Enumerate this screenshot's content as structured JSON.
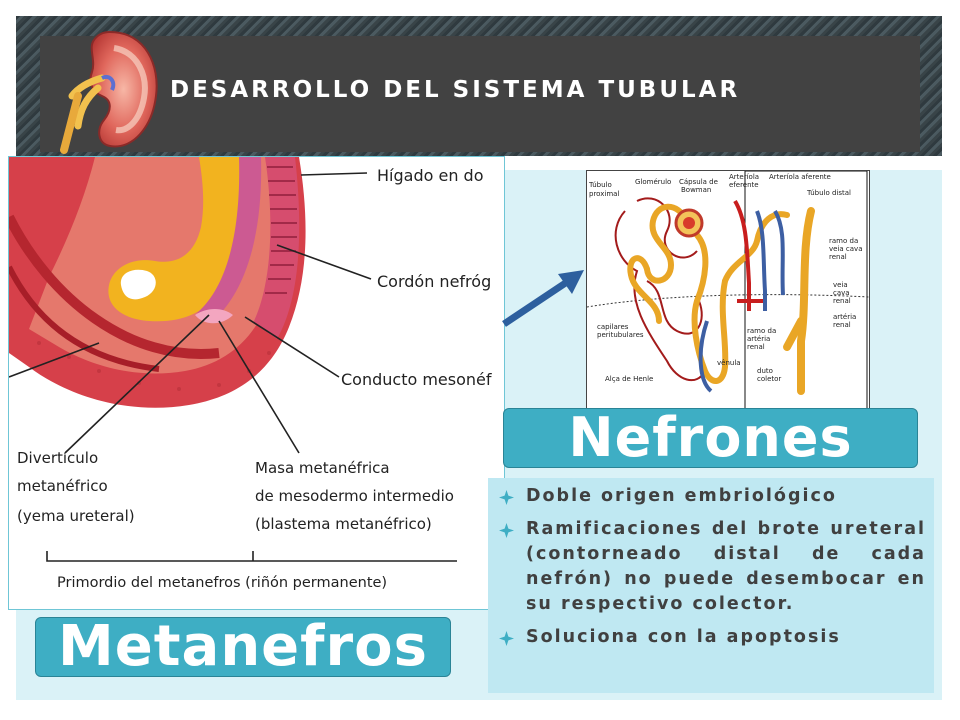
{
  "header": {
    "title": "DESARROLLO DEL SISTEMA TUBULAR",
    "logo_icon": "kidney-icon",
    "colors": {
      "bar": "#424242",
      "title": "#ffffff"
    }
  },
  "metanefros_figure": {
    "labels": {
      "higado": "Hígado en do",
      "cordon": "Cordón nefróg",
      "conducto": "Conducto mesonéf",
      "diverticulo_1": "Divertículo",
      "diverticulo_2": "metanéfrico",
      "diverticulo_3": "(yema ureteral)",
      "masa_1": "Masa metanéfrica",
      "masa_2": "de mesodermo intermedio",
      "masa_3": "(blastema metanéfrico)",
      "primordio": "Primordio del metanefros (riñón permanente)"
    }
  },
  "nephron_figure": {
    "labels": {
      "tubulo_proximal_1": "Túbulo",
      "tubulo_proximal_2": "proximal",
      "glomerulo": "Glomérulo",
      "capsula_1": "Cápsula de",
      "capsula_2": "Bowman",
      "arteriola_eferente_1": "Arteríola",
      "arteriola_eferente_2": "eferente",
      "arteriola_aferente": "Arteríola aferente",
      "tubulo_distal": "Túbulo distal",
      "ramo_veia_1": "ramo da",
      "ramo_veia_2": "veia cava",
      "ramo_veia_3": "renal",
      "veia_cava_1": "veia",
      "veia_cava_2": "cava",
      "veia_cava_3": "renal",
      "arteria_renal_1": "artéria",
      "arteria_renal_2": "renal",
      "capilares_1": "capilares",
      "capilares_2": "peritubulares",
      "ramo_arteria_1": "ramo da",
      "ramo_arteria_2": "artéria",
      "ramo_arteria_3": "renal",
      "venula": "vênula",
      "alca": "Alça de Henle",
      "duto_1": "duto",
      "duto_2": "coletor"
    }
  },
  "labels": {
    "nefrones": "Nefrones",
    "metanefros": "Metanefros"
  },
  "bullets": [
    {
      "text": "Doble origen embriológico"
    },
    {
      "text": "Ramificaciones del brote ureteral (contorneado distal de cada nefrón) no puede desembocar en su respectivo colector."
    },
    {
      "text": "Soluciona con la apoptosis"
    }
  ],
  "colors": {
    "accent": "#3eaec4",
    "panel": "#daf2f7",
    "bullet_box": "#bfe8f2",
    "text": "#404040"
  }
}
